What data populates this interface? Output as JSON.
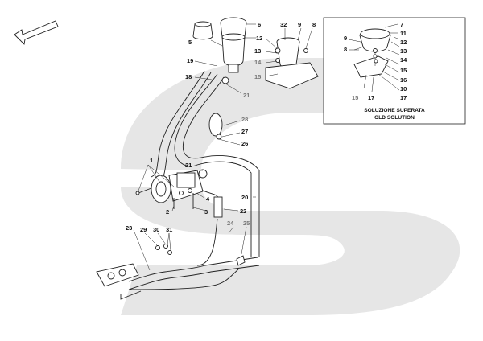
{
  "inset": {
    "caption_line1": "SOLUZIONE SUPERATA",
    "caption_line2": "OLD SOLUTION"
  },
  "callouts": [
    {
      "id": "c1",
      "text": "1"
    },
    {
      "id": "c2",
      "text": "2"
    },
    {
      "id": "c3",
      "text": "3"
    },
    {
      "id": "c4",
      "text": "4"
    },
    {
      "id": "c5",
      "text": "5"
    },
    {
      "id": "c6",
      "text": "6"
    },
    {
      "id": "c8",
      "text": "8"
    },
    {
      "id": "c9",
      "text": "9"
    },
    {
      "id": "c12",
      "text": "12"
    },
    {
      "id": "c13",
      "text": "13"
    },
    {
      "id": "c14",
      "text": "14"
    },
    {
      "id": "c15",
      "text": "15"
    },
    {
      "id": "c18",
      "text": "18"
    },
    {
      "id": "c19",
      "text": "19"
    },
    {
      "id": "c20",
      "text": "20"
    },
    {
      "id": "c21a",
      "text": "21"
    },
    {
      "id": "c21b",
      "text": "21"
    },
    {
      "id": "c22",
      "text": "22"
    },
    {
      "id": "c23",
      "text": "23"
    },
    {
      "id": "c24",
      "text": "24"
    },
    {
      "id": "c25",
      "text": "25"
    },
    {
      "id": "c26",
      "text": "26"
    },
    {
      "id": "c27",
      "text": "27"
    },
    {
      "id": "c28",
      "text": "28"
    },
    {
      "id": "c29",
      "text": "29"
    },
    {
      "id": "c30",
      "text": "30"
    },
    {
      "id": "c31",
      "text": "31"
    },
    {
      "id": "c32",
      "text": "32"
    }
  ],
  "inset_callouts": [
    {
      "id": "i7",
      "text": "7"
    },
    {
      "id": "i9",
      "text": "9"
    },
    {
      "id": "i8",
      "text": "8"
    },
    {
      "id": "i11",
      "text": "11"
    },
    {
      "id": "i12",
      "text": "12"
    },
    {
      "id": "i13",
      "text": "13"
    },
    {
      "id": "i14",
      "text": "14"
    },
    {
      "id": "i15",
      "text": "15"
    },
    {
      "id": "i16",
      "text": "16"
    },
    {
      "id": "i10",
      "text": "10"
    },
    {
      "id": "i17",
      "text": "17"
    },
    {
      "id": "i15b",
      "text": "15"
    },
    {
      "id": "i17b",
      "text": "17"
    }
  ],
  "colors": {
    "watermark": "#e6e6e6",
    "line": "#222222",
    "grey_label": "#777777"
  }
}
